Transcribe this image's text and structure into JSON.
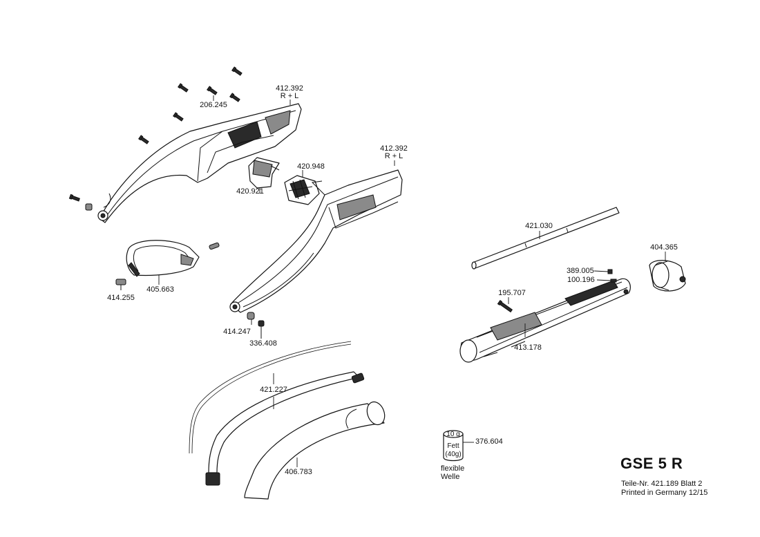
{
  "title": "GSE 5 R",
  "footer": {
    "part_number": "Teile-Nr. 421.189  Blatt 2",
    "printed": "Printed in Germany 12/15"
  },
  "parts": {
    "p206245": "206.245",
    "p412392a": "412.392",
    "p412392a_side": "R + L",
    "p412392b": "412.392",
    "p412392b_side": "R + L",
    "p420948": "420.948",
    "p420921": "420.921",
    "p405663": "405.663",
    "p414255": "414.255",
    "p414247": "414.247",
    "p336408": "336.408",
    "p421227": "421.227",
    "p406783": "406.783",
    "p421030": "421.030",
    "p404365": "404.365",
    "p389005": "389.005",
    "p100196": "100.196",
    "p195707": "195.707",
    "p413178": "413.178",
    "p376604": "376.604"
  },
  "grease": {
    "amount": "10 g",
    "name": "Fett",
    "weight": "(40g)",
    "caption_line1": "flexible",
    "caption_line2": "Welle"
  }
}
